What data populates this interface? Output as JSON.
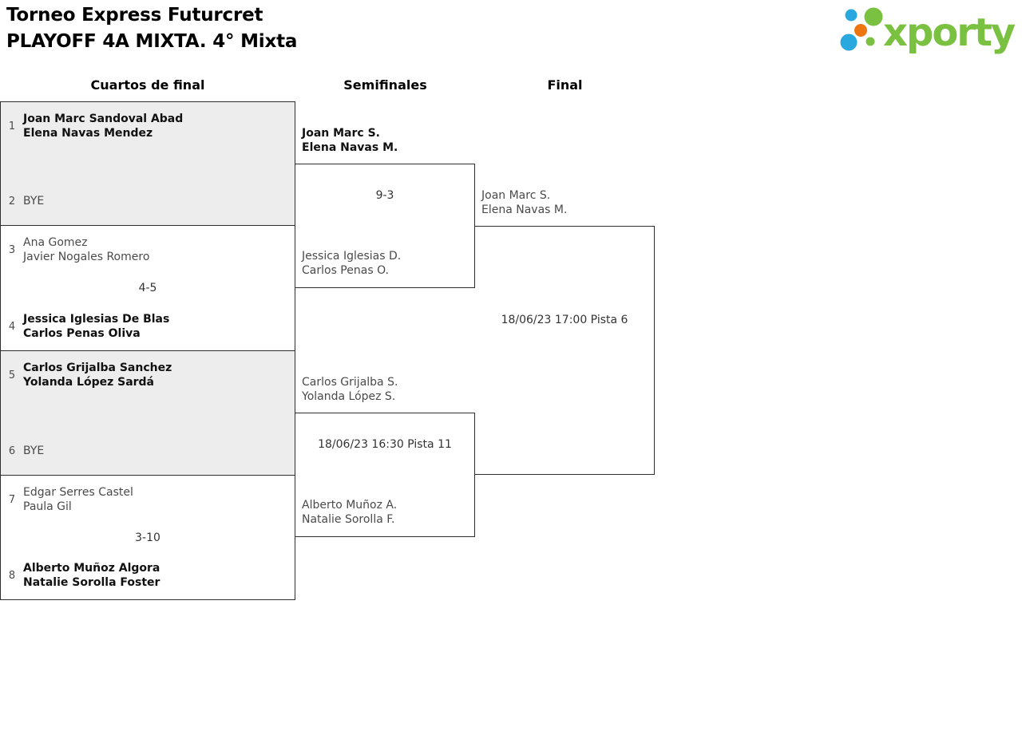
{
  "header": {
    "title_line1": "Torneo Express Futurcret",
    "title_line2": "PLAYOFF 4A MIXTA. 4° Mixta",
    "logo_text": "xporty"
  },
  "columns": {
    "quarterfinals": "Cuartos de final",
    "semifinals": "Semifinales",
    "final": "Final"
  },
  "colors": {
    "logo_green": "#7ac142",
    "logo_blue": "#29a8e0",
    "logo_orange": "#ee7611",
    "border": "#2e2e2e",
    "bye_background": "#ededed",
    "name_text": "#4a4a4a",
    "winner_text": "#111111"
  },
  "bracket": {
    "quarterfinals": [
      {
        "seed1": "1",
        "team1_line1": "Joan Marc Sandoval Abad",
        "team1_line2": "Elena Navas Mendez",
        "score": "",
        "seed2": "2",
        "team2_line1": "BYE",
        "team2_line2": ""
      },
      {
        "seed1": "3",
        "team1_line1": "Ana Gomez",
        "team1_line2": "Javier Nogales Romero",
        "score": "4-5",
        "seed2": "4",
        "team2_line1": "Jessica Iglesias De Blas",
        "team2_line2": "Carlos Penas Oliva"
      },
      {
        "seed1": "5",
        "team1_line1": "Carlos Grijalba Sanchez",
        "team1_line2": "Yolanda López Sardá",
        "score": "",
        "seed2": "6",
        "team2_line1": "BYE",
        "team2_line2": ""
      },
      {
        "seed1": "7",
        "team1_line1": "Edgar Serres Castel",
        "team1_line2": "Paula Gil",
        "score": "3-10",
        "seed2": "8",
        "team2_line1": "Alberto Muñoz Algora",
        "team2_line2": "Natalie Sorolla Foster"
      }
    ],
    "semifinals": [
      {
        "team1_line1": "Joan Marc S.",
        "team1_line2": "Elena Navas M.",
        "score": "9-3",
        "team2_line1": "Jessica Iglesias D.",
        "team2_line2": "Carlos Penas O."
      },
      {
        "team1_line1": "Carlos Grijalba S.",
        "team1_line2": "Yolanda López S.",
        "score": "18/06/23 16:30 Pista 11",
        "team2_line1": "Alberto Muñoz A.",
        "team2_line2": "Natalie Sorolla F."
      }
    ],
    "final": {
      "team1_line1": "Joan Marc S.",
      "team1_line2": "Elena Navas M.",
      "score": "18/06/23 17:00 Pista 6",
      "team2_line1": "",
      "team2_line2": ""
    }
  }
}
